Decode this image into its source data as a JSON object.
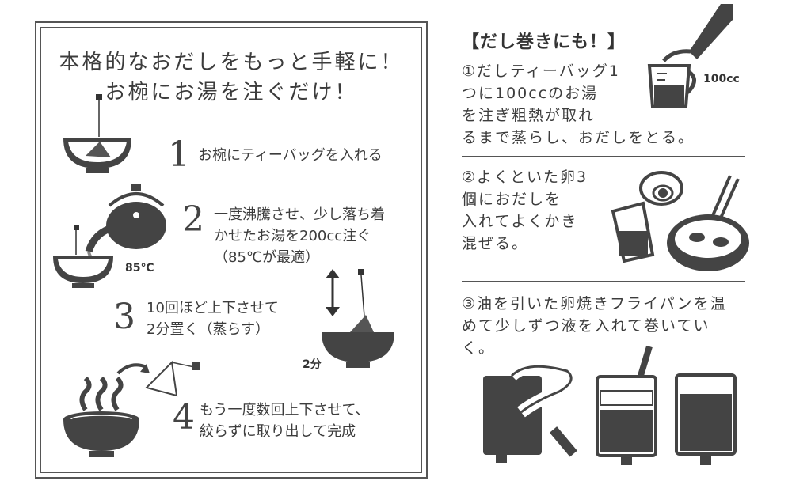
{
  "left_panel": {
    "title_line1": "本格的なおだしをもっと手軽に！",
    "title_line2": "お椀にお湯を注ぐだけ！",
    "steps": [
      {
        "number": "1",
        "text_lines": [
          "お椀にティーバッグを入れる"
        ]
      },
      {
        "number": "2",
        "text_lines": [
          "一度沸騰させ、少し落ち着",
          "かせたお湯を200cc注ぐ",
          "（85℃が最適）"
        ]
      },
      {
        "number": "3",
        "text_lines": [
          "10回ほど上下させて",
          "2分置く（蒸らす）"
        ]
      },
      {
        "number": "4",
        "text_lines": [
          "もう一度数回上下させて、",
          "絞らずに取り出して完成"
        ]
      }
    ],
    "temp_label": "85℃",
    "time_label": "2分"
  },
  "right_panel": {
    "heading": "【だし巻きにも！】",
    "measure_label": "100cc",
    "item1_lines": [
      "①だしティーバッグ1",
      "つに100ccのお湯",
      "を注ぎ粗熱が取れ",
      "るまで蒸らし、おだしをとる。"
    ],
    "item2_lines": [
      "②よくといた卵3",
      "個におだしを",
      "入れてよくかき",
      "混ぜる。"
    ],
    "item3_lines": [
      "③油を引いた卵焼きフライパンを温",
      "めて少しずつ液を入れて巻いてい",
      "く。"
    ]
  },
  "colors": {
    "ink": "#3c3c3c",
    "frame": "#555555",
    "background": "#ffffff"
  },
  "icons": [
    "bowl-teabag-icon",
    "teapot-icon",
    "up-down-arrow-icon",
    "steaming-bowl-icon",
    "teabag-icon",
    "measuring-cup-icon",
    "eggs-icon",
    "frying-pan-icon",
    "tamagoyaki-pan-icon"
  ]
}
